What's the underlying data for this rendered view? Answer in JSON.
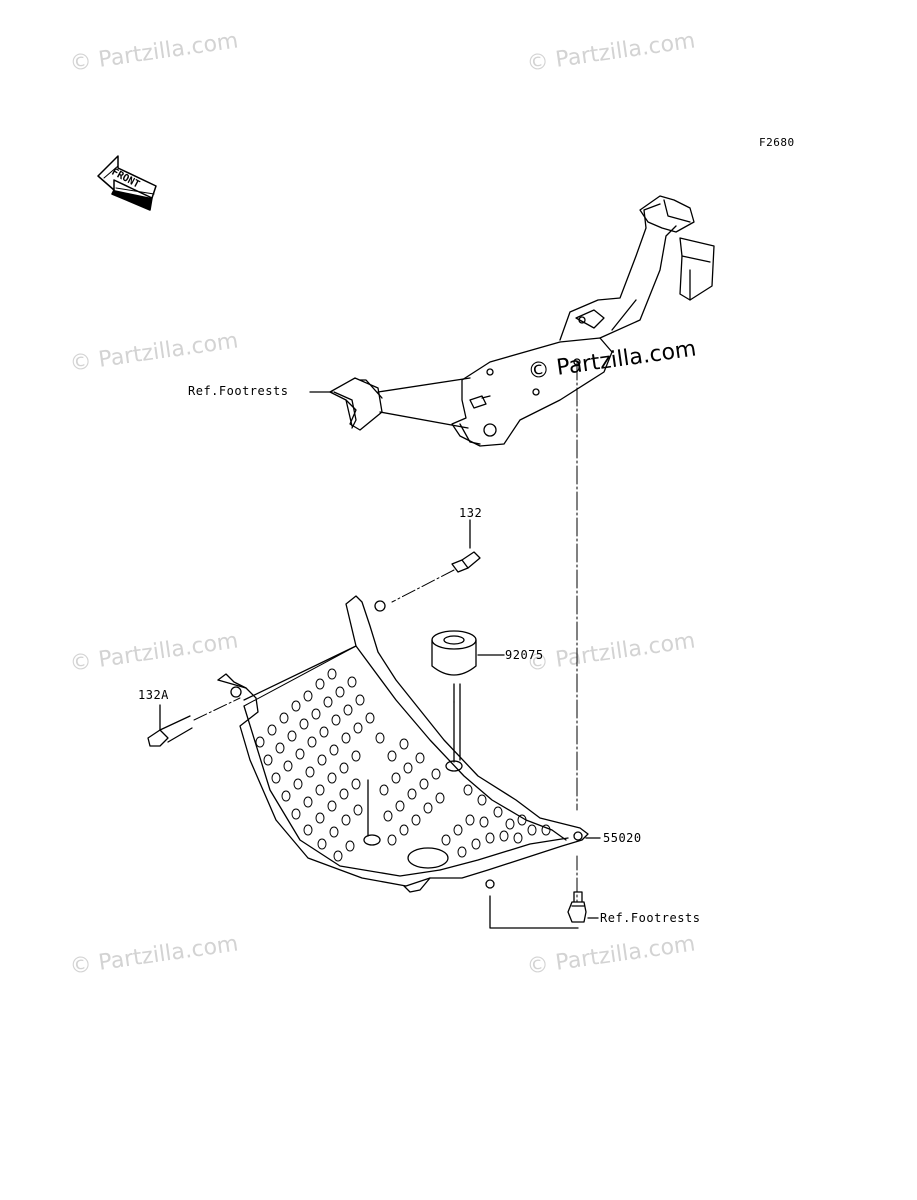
{
  "diagram": {
    "code": "F2680",
    "front_label": "FRONT",
    "callouts": {
      "ref_footrests_top": "Ref.Footrests",
      "ref_footrests_bottom": "Ref.Footrests",
      "p132": "132",
      "p132a": "132A",
      "p92075": "92075",
      "p55020": "55020"
    }
  },
  "watermarks": {
    "text": "© Partzilla.com",
    "center_text": "© Partzilla.com"
  }
}
